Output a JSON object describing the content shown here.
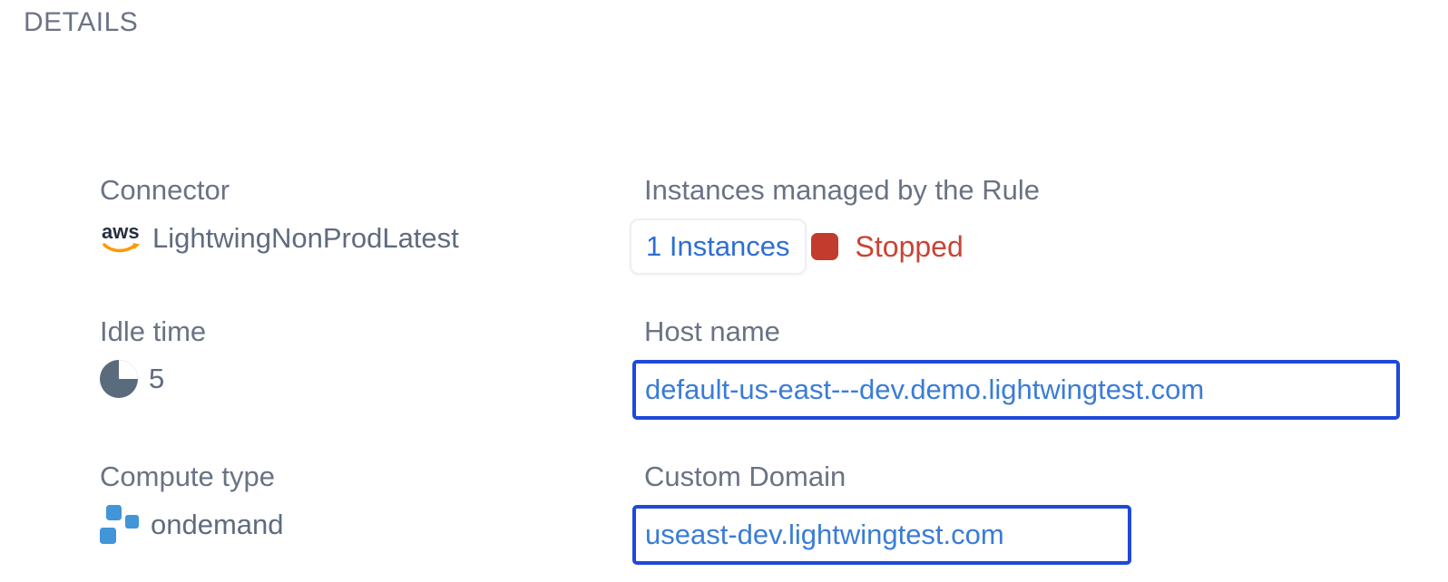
{
  "section": {
    "title": "DETAILS"
  },
  "colors": {
    "label_gray": "#6a7384",
    "value_gray": "#5f6b7e",
    "link_blue": "#2e6ed2",
    "box_border_blue": "#1e49d9",
    "box_link_blue": "#3a7cd8",
    "status_red_text": "#ca4336",
    "status_red_square": "#c23b2c",
    "compute_icon_blue": "#4295d8",
    "idle_icon_slate": "#5b6b7e",
    "aws_navy": "#252f3e",
    "aws_orange": "#ff9900"
  },
  "fields": {
    "connector": {
      "label": "Connector",
      "value": "LightwingNonProdLatest",
      "icon": "aws-logo-icon"
    },
    "idle_time": {
      "label": "Idle time",
      "value": "5",
      "icon": "idle-pie-icon"
    },
    "compute_type": {
      "label": "Compute type",
      "value": "ondemand",
      "icon": "compute-blocks-icon"
    },
    "instances": {
      "label": "Instances managed by the Rule",
      "count_label": "1 Instances",
      "status": "Stopped",
      "status_icon": "stopped-square-icon"
    },
    "host_name": {
      "label": "Host name",
      "value": "default-us-east---dev.demo.lightwingtest.com"
    },
    "custom_domain": {
      "label": "Custom Domain",
      "value": "useast-dev.lightwingtest.com"
    }
  }
}
